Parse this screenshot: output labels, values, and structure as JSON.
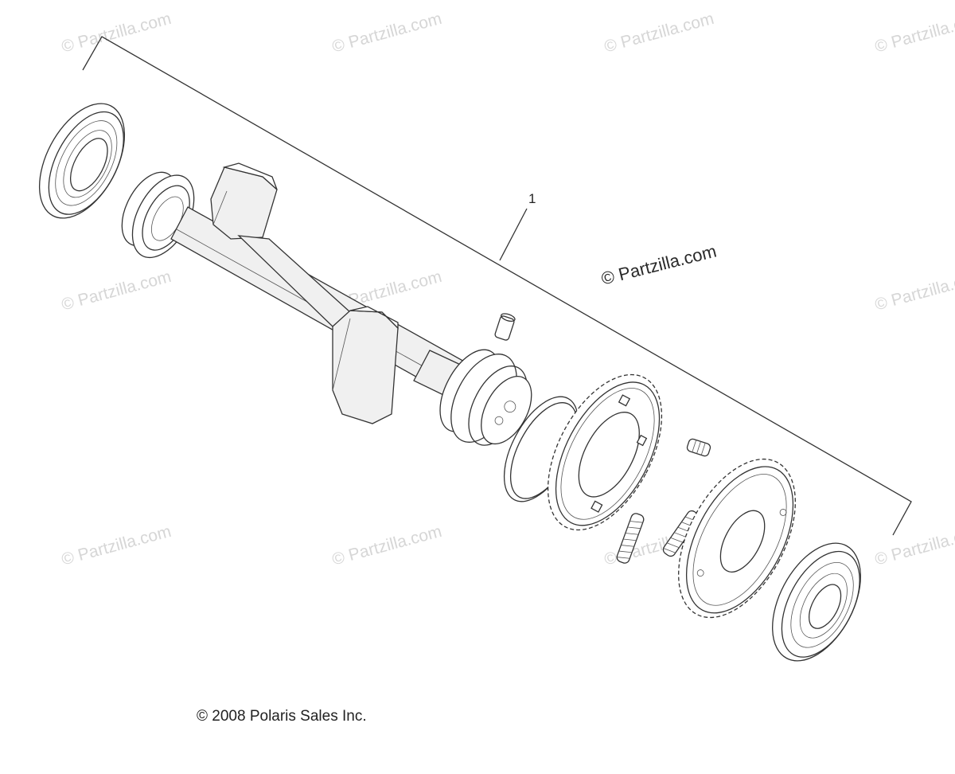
{
  "diagram": {
    "callout_number": "1",
    "watermark_main": "© Partzilla.com",
    "watermark_repeat": "© Partzilla.com",
    "copyright": "© 2008 Polaris Sales Inc.",
    "line_color": "#333333",
    "watermark_color": "#d6d6d6"
  }
}
